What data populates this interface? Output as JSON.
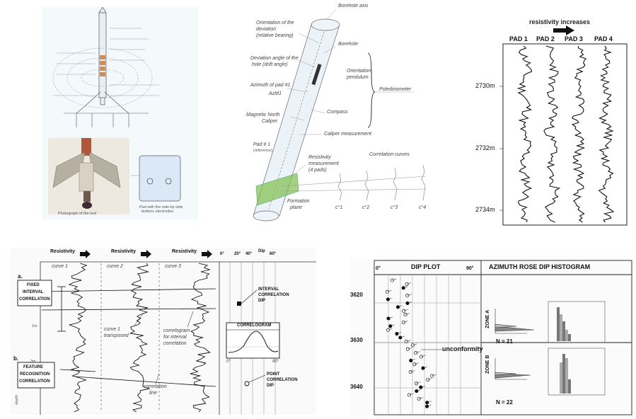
{
  "panel_tool": {
    "photo_caption": "Photograph of the tool",
    "pad_caption_line1": "Pad with the side-by-side",
    "pad_caption_line2": "buttons electrodes"
  },
  "panel_borehole": {
    "label_orientation_line1": "Orientation of the",
    "label_orientation_line2": "deviation",
    "label_orientation_line3": "(relative bearing)",
    "label_deviation_line1": "Deviation angle of the",
    "label_deviation_line2": "hole (drift angle)",
    "label_azimuth": "Azimuth of pad #1",
    "label_azm1": "AzM1",
    "label_magnetic_north": "Magnetic North",
    "label_caliper": "Caliper",
    "label_pad1_line1": "Pad # 1",
    "label_pad1_line2": "(reference)",
    "label_borehole_axis": "Borehole axis",
    "label_borehole": "Borehole",
    "label_orientation_pendulum_line1": "Orientation",
    "label_orientation_pendulum_line2": "pendulum",
    "label_poledinometer": "Poledinometer",
    "label_compass": "Compass",
    "label_caliper_measurement": "Caliper measurement",
    "label_resistivity_line1": "Resistivity",
    "label_resistivity_line2": "measurement",
    "label_resistivity_line3": "(4 pads)",
    "label_correlation_curves": "Correlation curves",
    "label_formation_line1": "Formation",
    "label_formation_line2": "plane",
    "curve_labels": [
      "c°1",
      "c°2",
      "c°3",
      "c°4"
    ]
  },
  "panel_pads": {
    "header": "resistivity increases",
    "pads": [
      "PAD 1",
      "PAD 2",
      "PAD 3",
      "PAD 4"
    ],
    "depths": [
      "2730m",
      "2732m",
      "2734m"
    ]
  },
  "panel_correlation": {
    "resistivity_headers": [
      "Resistivity",
      "Resistivity",
      "Resistivity"
    ],
    "curve_labels": [
      "curve 1",
      "curve 2",
      "curve 3"
    ],
    "dip_scale": [
      "0°",
      "20°",
      "40°",
      "60°"
    ],
    "dip_title": "Dip",
    "marker_a": "a.",
    "marker_b": "b.",
    "box_fixed_line1": "FIXED",
    "box_fixed_line2": "INTERVAL",
    "box_fixed_line3": "CORRELATION",
    "box_feature_line1": "FEATURE",
    "box_feature_line2": "RECOGNITION",
    "box_feature_line3": "CORRELATION",
    "depth_1m": "1m",
    "depth_3m": "3m",
    "depth_label": "depth",
    "interval_line1": "INTERVAL",
    "interval_line2": "CORRELATION",
    "interval_line3": "DIP",
    "transposed_line1": "curve 1",
    "transposed_line2": "transposed",
    "correlogram_line1": "correlogram",
    "correlogram_line2": "for interval",
    "correlogram_line3": "correlation",
    "correlogram_title": "CORRELOGRAM",
    "correlogram_axis_left": "0°",
    "correlogram_axis_right": "90°",
    "point_line1": "POINT",
    "point_line2": "CORRELATION",
    "point_line3": "DIP",
    "correlation_line1": "correlation",
    "correlation_line2": "line"
  },
  "panel_dipplot": {
    "dip_plot_title": "DIP PLOT",
    "rose_title": "AZIMUTH ROSE DIP HISTOGRAM",
    "axis_left": "0°",
    "axis_right": "90°",
    "depths": [
      "3620",
      "3630",
      "3640"
    ],
    "unconformity": "unconformity",
    "zone_a": "ZONE A",
    "zone_b": "ZONE B",
    "n_a": "N = 21",
    "n_b": "N = 22"
  }
}
